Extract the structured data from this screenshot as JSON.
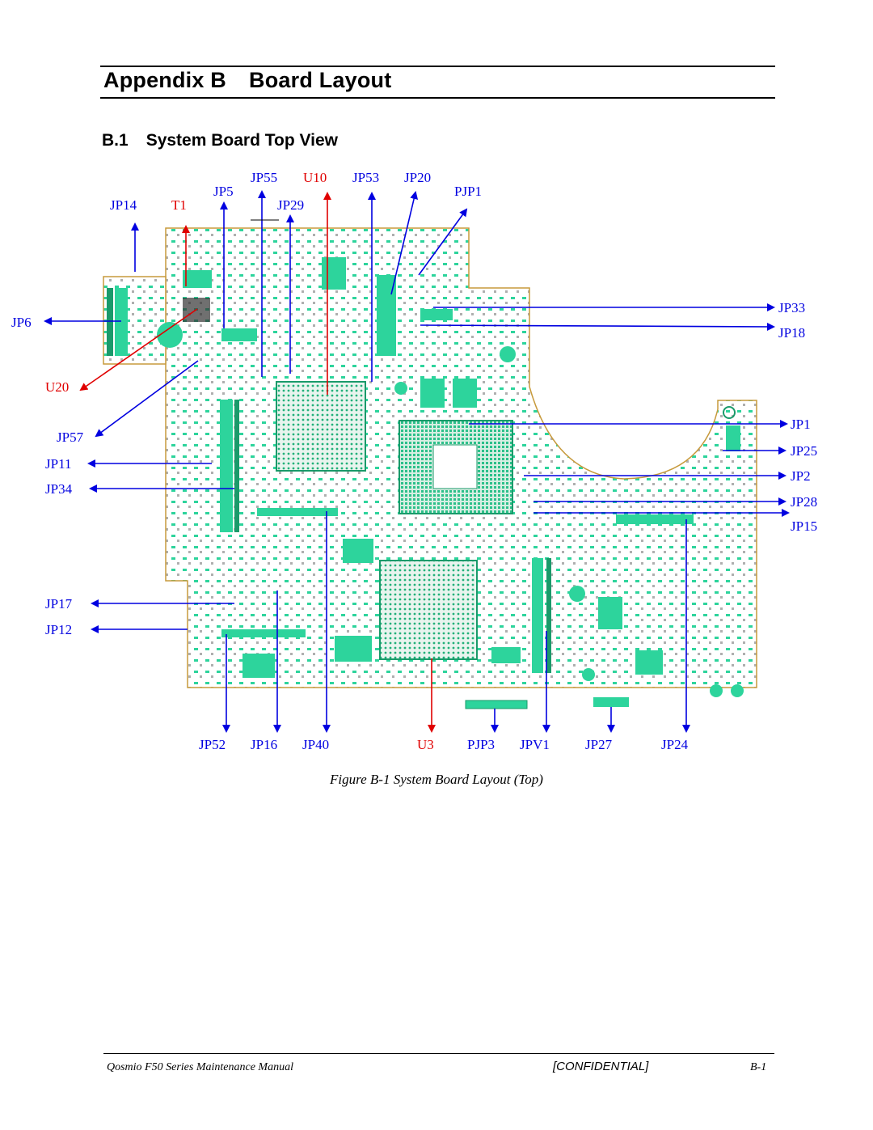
{
  "header": {
    "appendix_label": "Appendix B",
    "appendix_title": "Board Layout"
  },
  "section": {
    "number": "B.1",
    "title": "System Board Top View"
  },
  "figure": {
    "caption": "Figure B-1 System Board Layout (Top)",
    "colors": {
      "board": "#2dd49c",
      "board_outline": "#c79a3c",
      "blue_callout": "#0000e0",
      "red_callout": "#e00000"
    },
    "callouts": {
      "JP55": "JP55",
      "U10": "U10",
      "JP53": "JP53",
      "JP20": "JP20",
      "JP5": "JP5",
      "PJP1": "PJP1",
      "JP14": "JP14",
      "T1": "T1",
      "JP29": "JP29",
      "JP6": "JP6",
      "JP33": "JP33",
      "JP18": "JP18",
      "U20": "U20",
      "JP57": "JP57",
      "JP1": "JP1",
      "JP11": "JP11",
      "JP25": "JP25",
      "JP34": "JP34",
      "JP2": "JP2",
      "JP28": "JP28",
      "JP15": "JP15",
      "JP17": "JP17",
      "JP12": "JP12",
      "JP52": "JP52",
      "JP16": "JP16",
      "JP40": "JP40",
      "U3": "U3",
      "PJP3": "PJP3",
      "JPV1": "JPV1",
      "JP27": "JP27",
      "JP24": "JP24"
    }
  },
  "footer": {
    "manual": "Qosmio F50 Series Maintenance Manual",
    "confidential": "[CONFIDENTIAL]",
    "page": "B-1"
  }
}
